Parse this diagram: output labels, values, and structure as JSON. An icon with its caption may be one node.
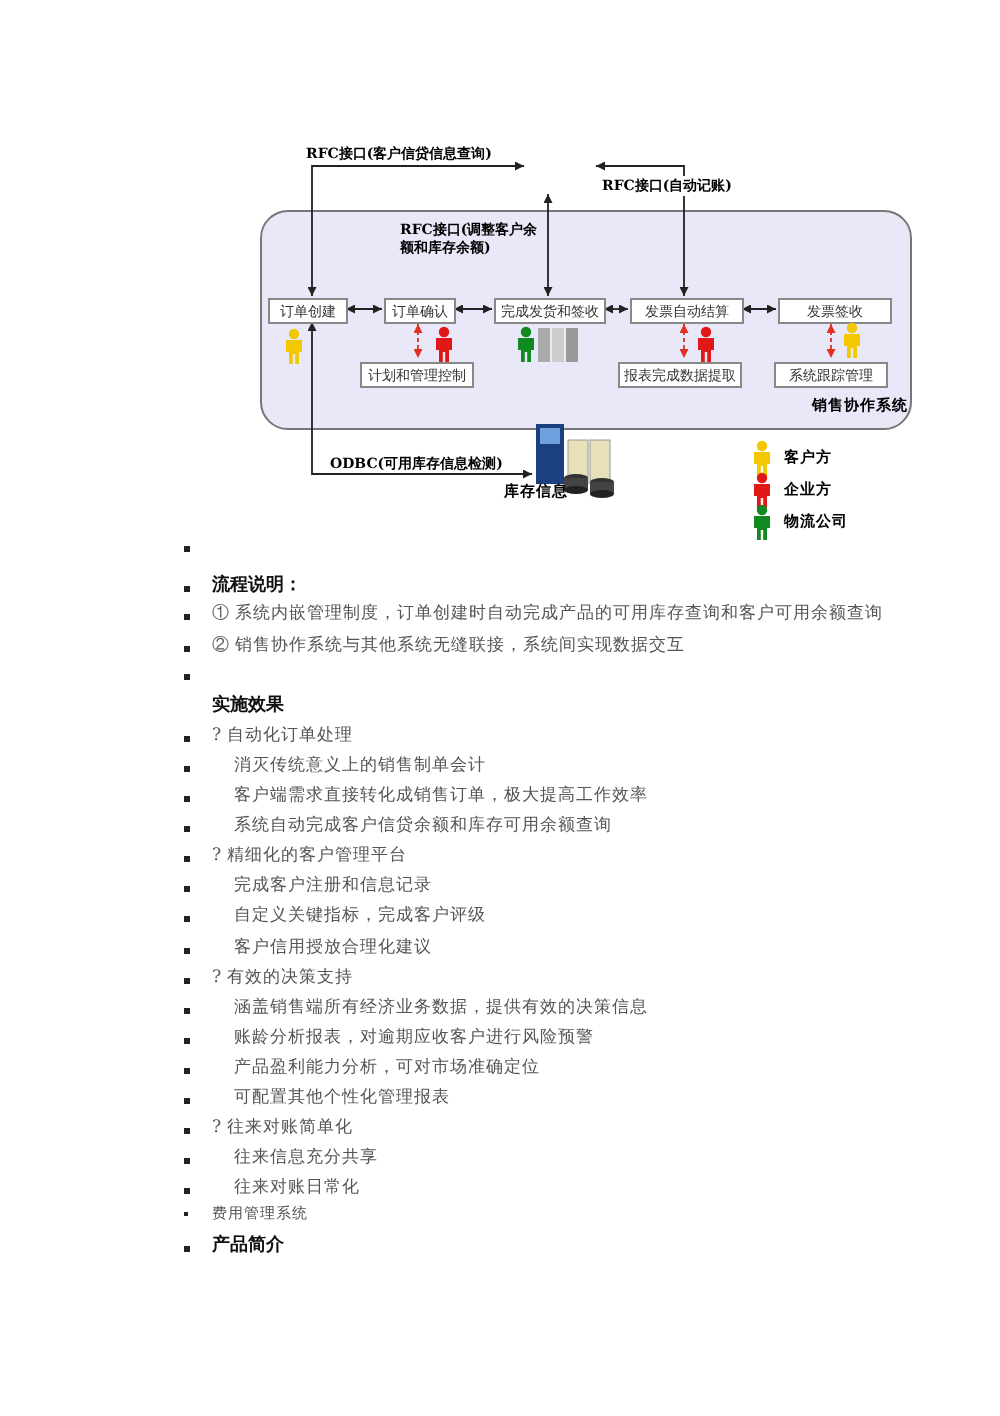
{
  "diagram": {
    "nodes": [
      {
        "text": [
          "销售协作系统"
        ]
      },
      {
        "text": [
          "订单创建"
        ],
        "in": 0
      },
      {
        "text": [
          "订单确认"
        ],
        "in": 0
      },
      {
        "text": [
          "完成发货和签收"
        ],
        "in": 0
      },
      {
        "text": [
          "发票自动结算"
        ],
        "in": 0
      },
      {
        "text": [
          "发票签收"
        ],
        "in": 0
      },
      {
        "text": [
          "计划和管理控制"
        ],
        "in": 0
      },
      {
        "text": [
          "报表完成数据提取"
        ],
        "in": 0
      },
      {
        "text": [
          "系统跟踪管理"
        ],
        "in": 0
      },
      {
        "text": [
          "库存信息"
        ]
      }
    ],
    "edges": [
      {
        "from": 1,
        "to": null,
        "arrow": "both",
        "label": "RFC接口(客户信贷信息查询)"
      },
      {
        "from": 3,
        "to": null,
        "arrow": "both",
        "label": "RFC接口(调整客户余额和库存余额)"
      },
      {
        "from": 4,
        "to": null,
        "arrow": "both",
        "label": "RFC接口(自动记账)"
      },
      {
        "from": 1,
        "to": 2,
        "arrow": "both"
      },
      {
        "from": 2,
        "to": 3,
        "arrow": "both"
      },
      {
        "from": 3,
        "to": 4,
        "arrow": "both"
      },
      {
        "from": 4,
        "to": 5,
        "arrow": "both"
      },
      {
        "from": 2,
        "to": 6,
        "arrow": "both",
        "style": "dashed",
        "color": "#e03020"
      },
      {
        "from": 4,
        "to": 7,
        "arrow": "both",
        "style": "dashed",
        "color": "#e03020"
      },
      {
        "from": 5,
        "to": 8,
        "arrow": "both",
        "style": "dashed",
        "color": "#e03020"
      },
      {
        "from": 1,
        "to": 9,
        "arrow": "both",
        "label": "ODBC(可用库存信息检测)"
      }
    ],
    "labels": [
      "流程说明：",
      "① 系统内嵌管理制度，订单创建时自动完成产品的可用库存查询和客户可用余额查询",
      "② 销售协作系统与其他系统无缝联接，系统间实现数据交互",
      "实施效果",
      "? 自动化订单处理",
      "消灭传统意义上的销售制单会计",
      "客户端需求直接转化成销售订单，极大提高工作效率",
      "系统自动完成客户信贷余额和库存可用余额查询",
      "? 精细化的客户管理平台",
      "完成客户注册和信息记录",
      "自定义关键指标，完成客户评级",
      "客户信用授放合理化建议",
      "? 有效的决策支持",
      "涵盖销售端所有经济业务数据，提供有效的决策信息",
      "账龄分析报表，对逾期应收客户进行风险预警",
      "产品盈利能力分析，可对市场准确定位",
      "可配置其他个性化管理报表",
      "? 往来对账简单化",
      "往来信息充分共享",
      "往来对账日常化",
      "费用管理系统",
      "产品简介"
    ],
    "legend": [
      {
        "text": "客户方",
        "color": "#f2c800"
      },
      {
        "text": "企业方",
        "color": "#e01818"
      },
      {
        "text": "物流公司",
        "color": "#108a20"
      }
    ]
  }
}
